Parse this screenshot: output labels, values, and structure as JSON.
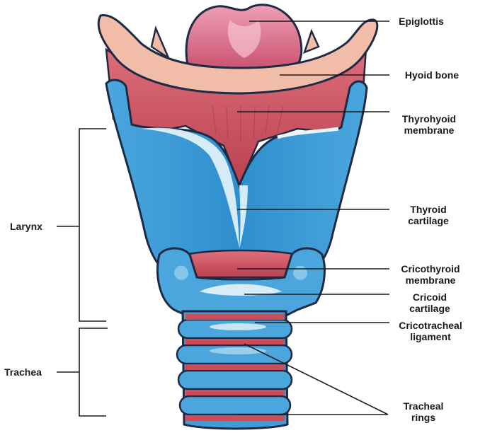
{
  "diagram": {
    "labels": {
      "epiglottis": "Epiglottis",
      "hyoid_bone": "Hyoid bone",
      "thyrohyoid_line1": "Thyrohyoid",
      "thyrohyoid_line2": "membrane",
      "thyroid_line1": "Thyroid",
      "thyroid_line2": "cartilage",
      "cricothyroid_line1": "Cricothyroid",
      "cricothyroid_line2": "membrane",
      "cricoid_line1": "Cricoid",
      "cricoid_line2": "cartilage",
      "cricotracheal_line1": "Cricotracheal",
      "cricotracheal_line2": "ligament",
      "tracheal_rings_line1": "Tracheal",
      "tracheal_rings_line2": "rings",
      "larynx": "Larynx",
      "trachea": "Trachea"
    },
    "colors": {
      "cartilage_blue": "#3b98d3",
      "cartilage_light": "#86c8ec",
      "membrane_red": "#c94e5c",
      "hyoid_peach": "#f1b9a4",
      "epiglottis_pink": "#d9647e",
      "outline": "#1f2a44"
    }
  }
}
